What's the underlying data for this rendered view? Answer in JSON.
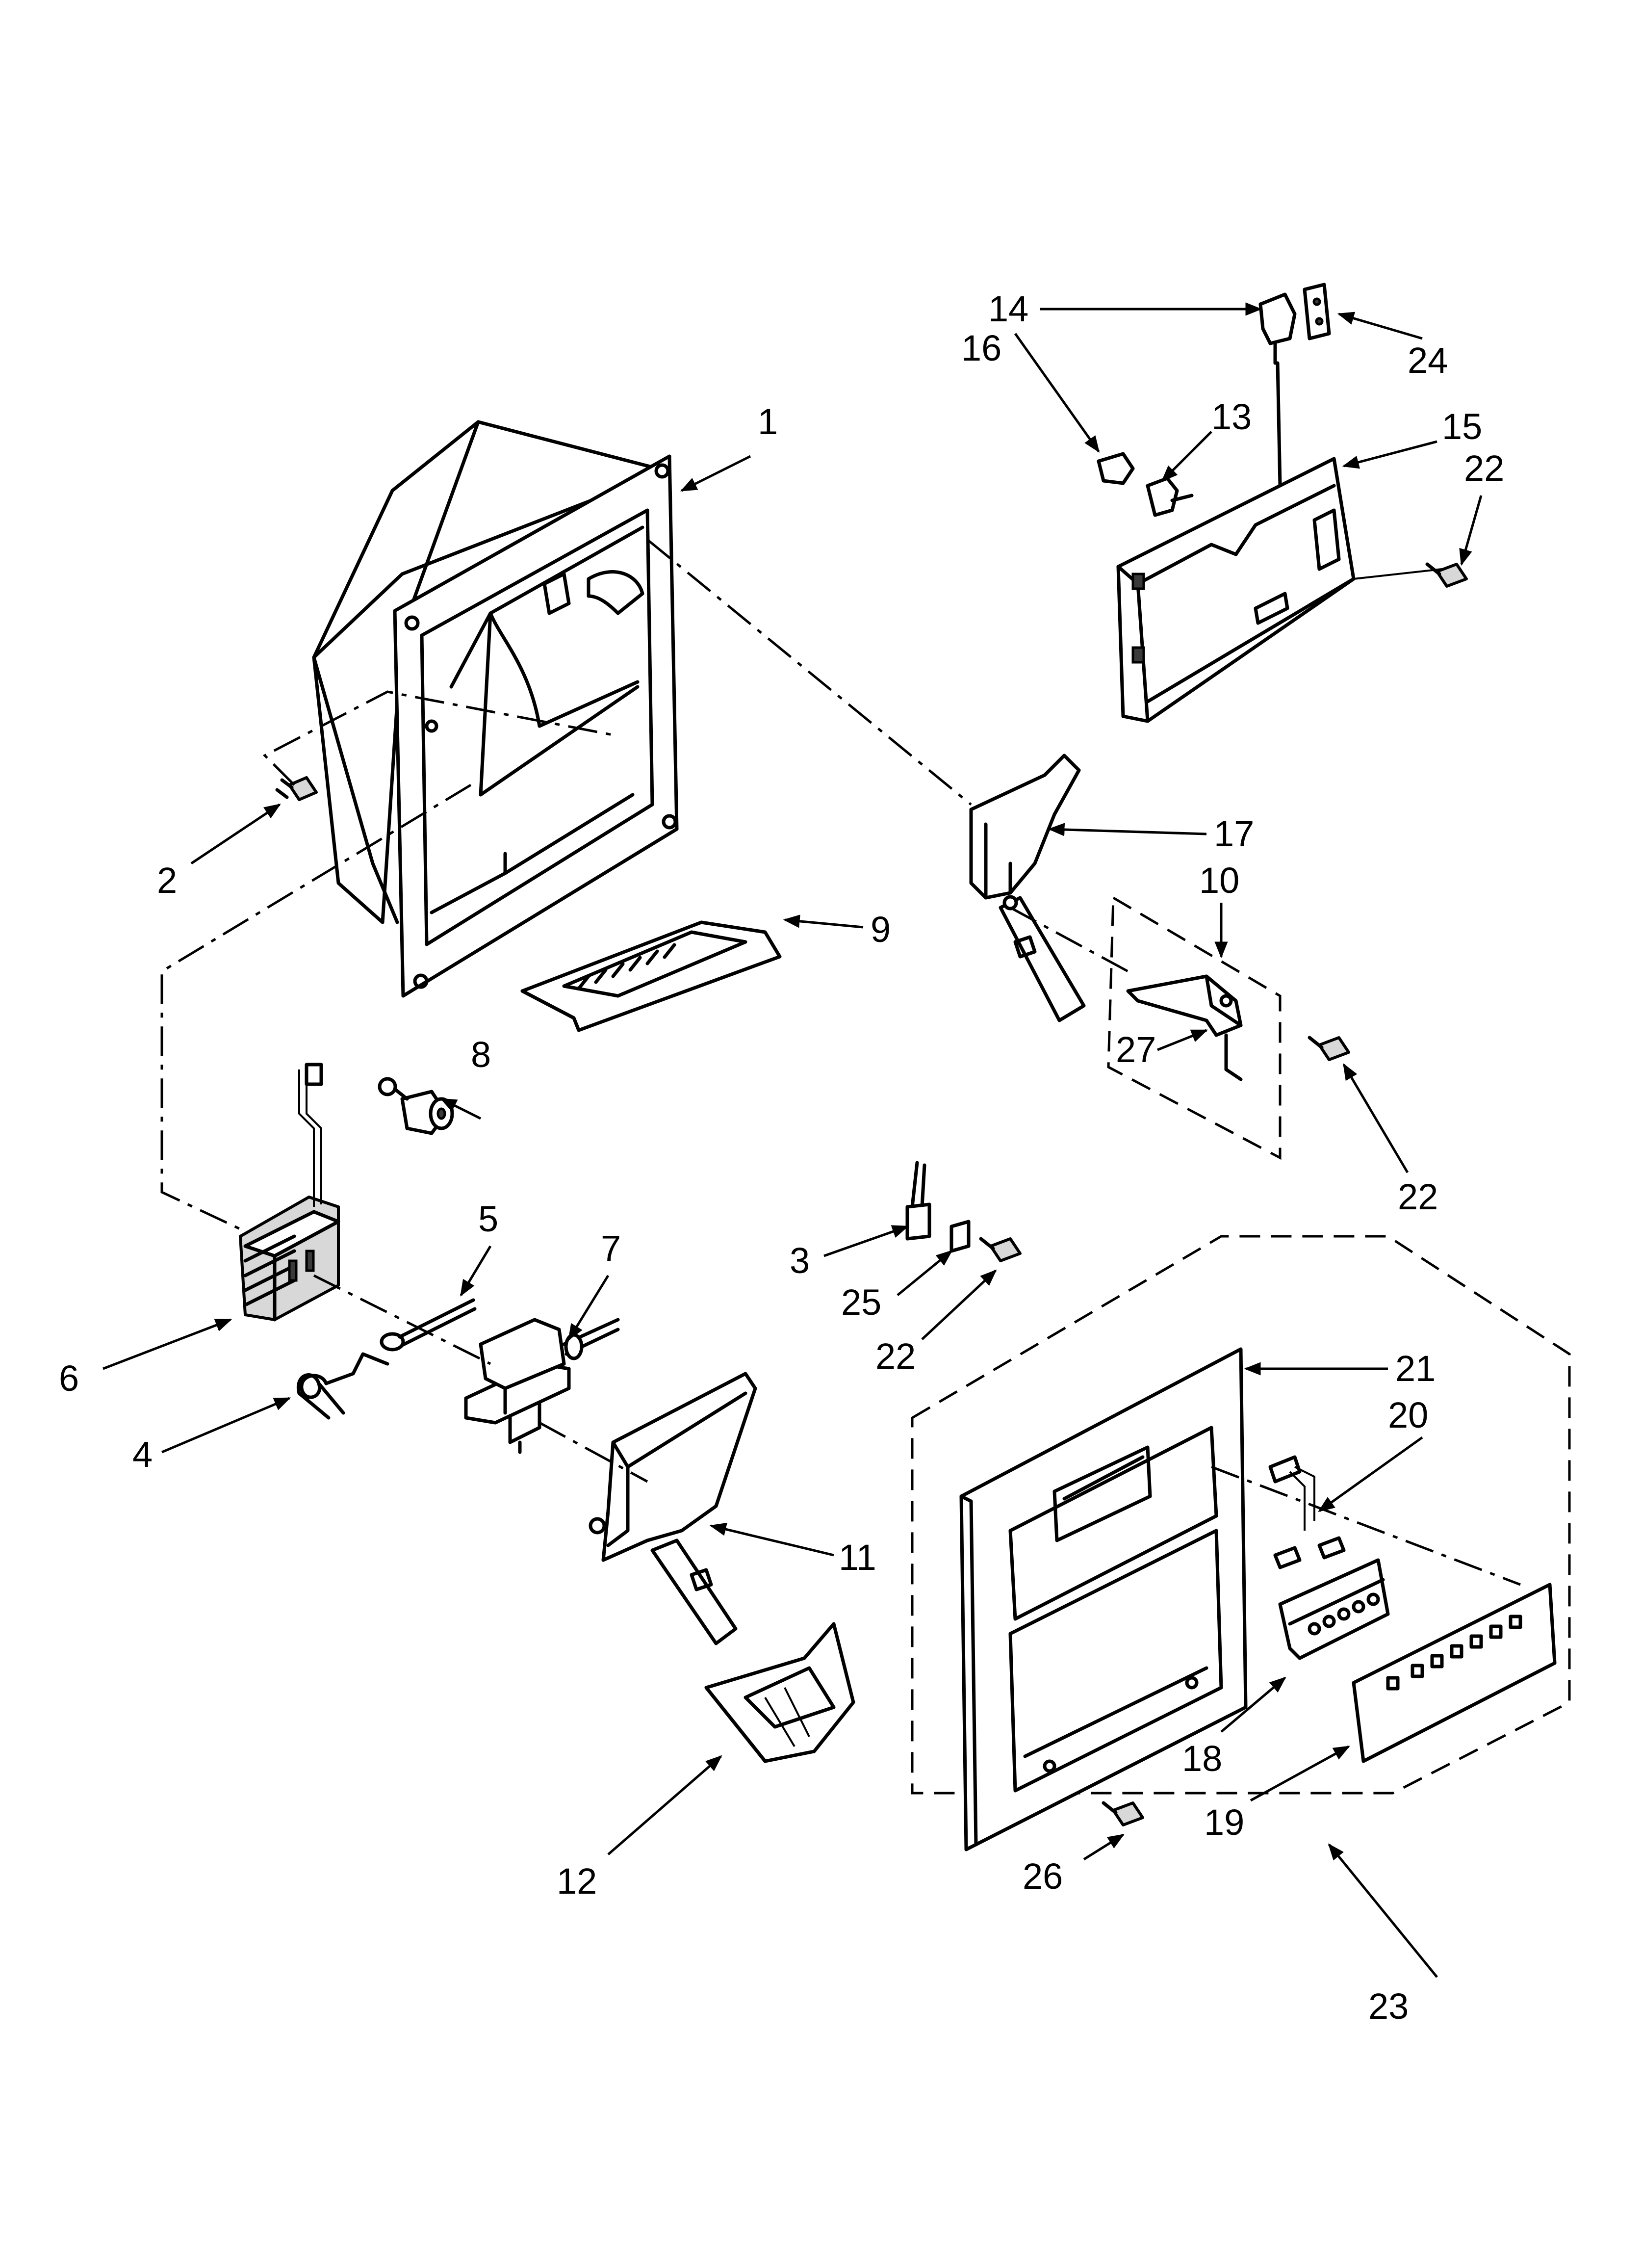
{
  "diagram": {
    "callouts": [
      {
        "id": "c1",
        "label": "1"
      },
      {
        "id": "c2",
        "label": "2"
      },
      {
        "id": "c3",
        "label": "3"
      },
      {
        "id": "c4",
        "label": "4"
      },
      {
        "id": "c5",
        "label": "5"
      },
      {
        "id": "c6",
        "label": "6"
      },
      {
        "id": "c7",
        "label": "7"
      },
      {
        "id": "c8",
        "label": "8"
      },
      {
        "id": "c9",
        "label": "9"
      },
      {
        "id": "c10",
        "label": "10"
      },
      {
        "id": "c11",
        "label": "11"
      },
      {
        "id": "c12",
        "label": "12"
      },
      {
        "id": "c13",
        "label": "13"
      },
      {
        "id": "c14",
        "label": "14"
      },
      {
        "id": "c15",
        "label": "15"
      },
      {
        "id": "c16",
        "label": "16"
      },
      {
        "id": "c17",
        "label": "17"
      },
      {
        "id": "c18",
        "label": "18"
      },
      {
        "id": "c19",
        "label": "19"
      },
      {
        "id": "c20",
        "label": "20"
      },
      {
        "id": "c21",
        "label": "21"
      },
      {
        "id": "c22a",
        "label": "22"
      },
      {
        "id": "c22b",
        "label": "22"
      },
      {
        "id": "c22c",
        "label": "22"
      },
      {
        "id": "c23",
        "label": "23"
      },
      {
        "id": "c24",
        "label": "24"
      },
      {
        "id": "c25",
        "label": "25"
      },
      {
        "id": "c26",
        "label": "26"
      },
      {
        "id": "c27",
        "label": "27"
      }
    ]
  }
}
